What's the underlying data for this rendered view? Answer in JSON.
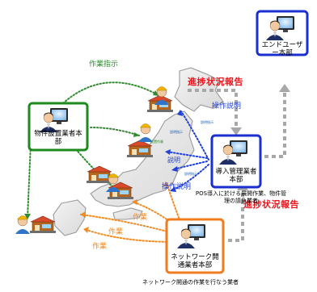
{
  "colors": {
    "green_dot": "#2e8b2e",
    "blue_dot": "#2140d6",
    "orange_dot": "#f08a24",
    "gray_dash": "#a8a8a8",
    "report_red": "#e8141b",
    "box_green": "#1c8a1c",
    "box_blue": "#1a2fd0",
    "box_orange": "#f07c1e"
  },
  "boxes": {
    "end_user": "エンドユーザー本部",
    "installer": "物件設置業者本部",
    "management": "導入管理業者本部",
    "network": "ネットワーク開通業者本部"
  },
  "flows": {
    "work_instruction": "作業指示",
    "operation_explanation": "操作説明",
    "explanation": "説明",
    "work": "作業"
  },
  "small_labels": {
    "instruction_a": "説明指示",
    "instruction_b": "説明指示",
    "install_work": "設置作業",
    "instruction_c": "説明指示"
  },
  "progress_report": "進捗状況報告",
  "captions": {
    "management": "POS導入に於ける展開作業、物件管理の請負業者",
    "network": "ネットワーク開通の作業を行なう業者"
  },
  "icons": [
    "person-at-computer-icon",
    "store-icon",
    "worker-helmet-icon",
    "japan-map"
  ]
}
